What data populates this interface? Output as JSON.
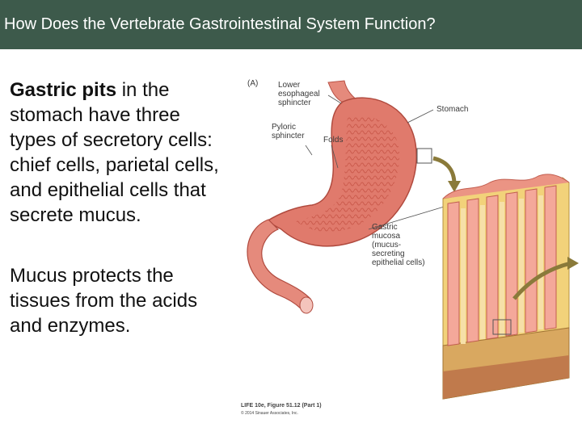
{
  "title": "How Does the Vertebrate Gastrointestinal System Function?",
  "paragraph1": {
    "bold": "Gastric pits",
    "rest": " in the stomach have three types of secretory cells: chief cells, parietal cells, and epithelial cells that secrete mucus."
  },
  "paragraph2": "Mucus protects the tissues from the acids and enzymes.",
  "figure": {
    "panel_label": "(A)",
    "labels": {
      "les_1": "Lower",
      "les_2": "esophageal",
      "les_3": "sphincter",
      "stomach": "Stomach",
      "pyloric_1": "Pyloric",
      "pyloric_2": "sphincter",
      "folds": "Folds",
      "mucosa_1": "Gastric",
      "mucosa_2": "mucosa",
      "mucosa_3": "(mucus-",
      "mucosa_4": "secreting",
      "mucosa_5": "epithelial cells)"
    },
    "credit_1": "LIFE 10e, Figure 51.12 (Part 1)",
    "credit_2": "© 2014 Sinauer Associates, Inc."
  },
  "colors": {
    "title_bar": "#3d5a4b",
    "stomach": "#e07a6c",
    "tissue_yellow": "#f2d27a",
    "arrow": "#8a7a3a"
  }
}
